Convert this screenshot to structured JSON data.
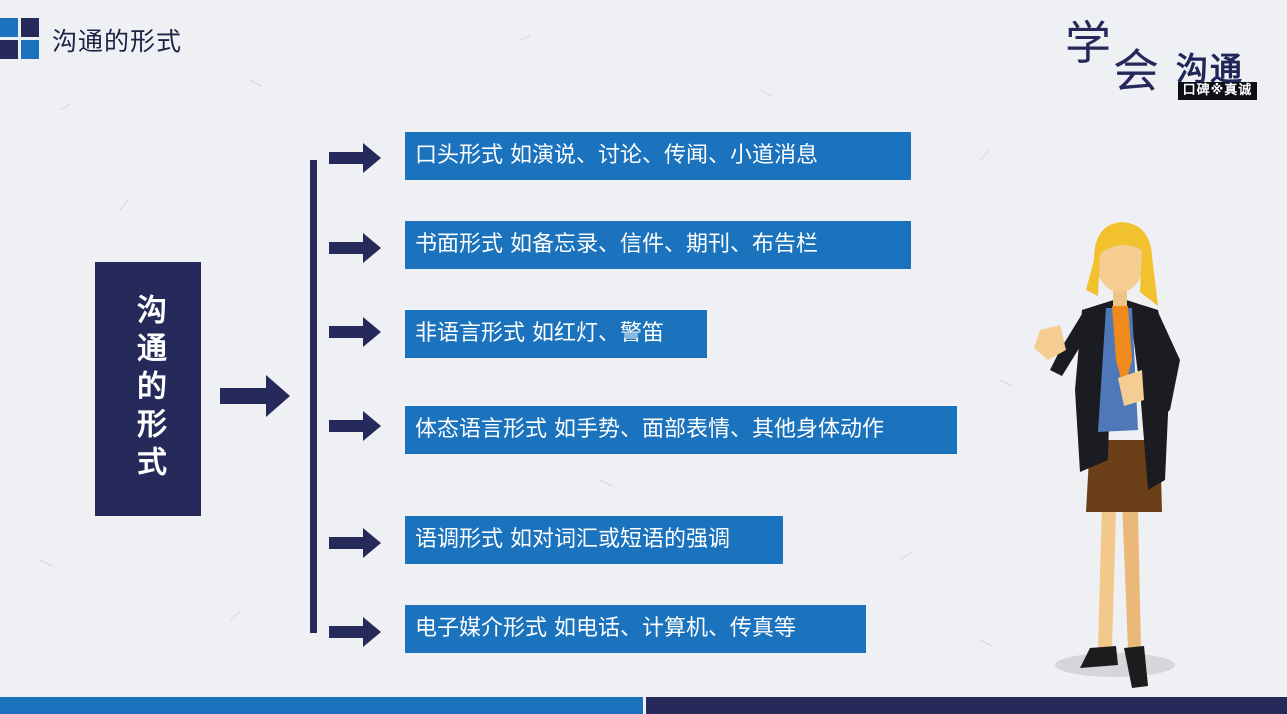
{
  "header": {
    "title": "沟通的形式"
  },
  "brand": {
    "char1": "学",
    "char2": "会",
    "chars34": "沟通",
    "tag": "口碑※真诚"
  },
  "main": {
    "label": "沟通的形式"
  },
  "items": [
    {
      "text": "口头形式 如演说、讨论、传闻、小道消息"
    },
    {
      "text": "书面形式 如备忘录、信件、期刊、布告栏"
    },
    {
      "text": "非语言形式 如红灯、警笛"
    },
    {
      "text": "体态语言形式 如手势、面部表情、其他身体动作"
    },
    {
      "text": "语调形式 如对词汇或短语的强调"
    },
    {
      "text": "电子媒介形式 如电话、计算机、传真等"
    }
  ],
  "colors": {
    "navy": "#252a5a",
    "blue": "#1b72bd",
    "background": "#eff0f4"
  },
  "icons": {
    "logo": "four-squares-icon",
    "arrow": "right-arrow-icon",
    "illustration": "businesswoman-illustration"
  }
}
